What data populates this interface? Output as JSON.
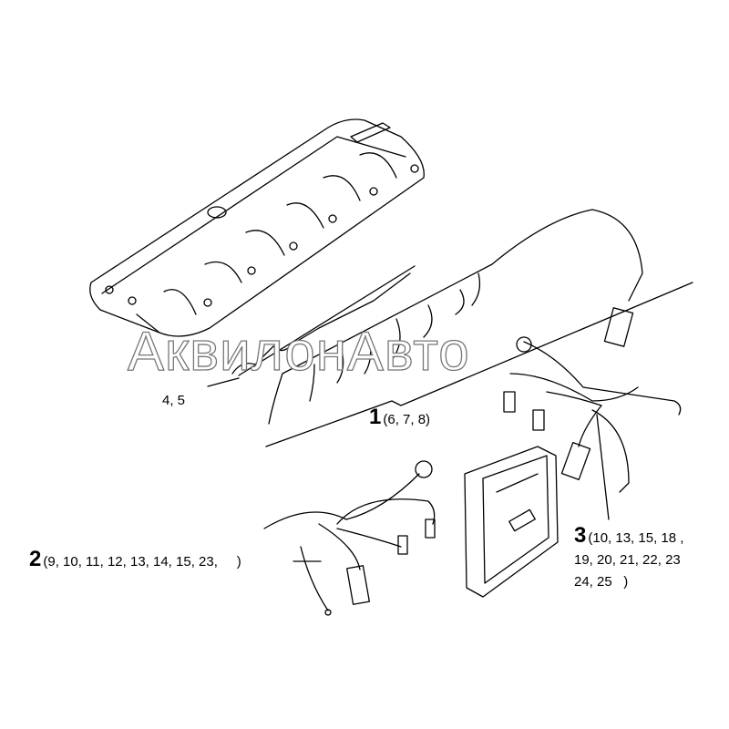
{
  "watermark": "АквилонАвто",
  "callouts": [
    {
      "number": "",
      "parts": "4, 5"
    },
    {
      "number": "1",
      "parts": "(6, 7, 8)"
    },
    {
      "number": "2",
      "parts": "(9, 10, 11, 12, 13, 14, 15, 23,     )"
    },
    {
      "number": "3",
      "parts_lines": [
        "(10, 13, 15, 18 ,",
        "19, 20, 21, 22, 23",
        "24, 25   )"
      ]
    }
  ]
}
